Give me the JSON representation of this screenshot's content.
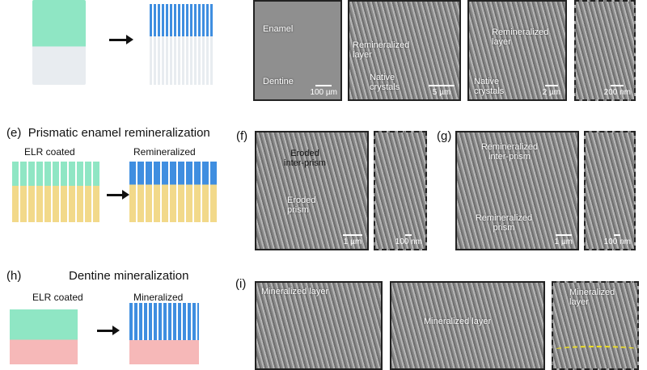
{
  "panel_d": {
    "enamel": "Enamel",
    "dentine": "Dentine",
    "scale1": "100 µm",
    "remin_layer_1": "Remineralized layer",
    "native_1": "Native crystals",
    "scale2": "5 µm",
    "remin_layer_2": "Remineralized layer",
    "native_2": "Native crystals",
    "scale3": "2 µm",
    "scale4": "200 nm"
  },
  "panel_e": {
    "label": "(e)",
    "title": "Prismatic enamel remineralization",
    "left": "ELR coated",
    "right": "Remineralized"
  },
  "panel_f": {
    "label": "(f)",
    "eroded_inter": "Eroded inter-prism",
    "eroded_prism": "Eroded prism",
    "scale1": "1 µm",
    "scale2": "100 nm"
  },
  "panel_g": {
    "label": "(g)",
    "remin_inter": "Remineralized inter-prism",
    "remin_prism": "Remineralized prism",
    "scale1": "1 µm",
    "scale2": "100 nm"
  },
  "panel_h": {
    "label": "(h)",
    "title": "Dentine mineralization",
    "left": "ELR coated",
    "right": "Mineralized"
  },
  "panel_i": {
    "label": "(i)",
    "layer1": "Mineralized layer",
    "layer2": "Mineralized layer",
    "layer3": "Mineralized layer"
  },
  "colors": {
    "green": "#7fe0b8",
    "blue": "#3f8ee0",
    "yellow": "#f2d98a",
    "pink": "#f6b8b8"
  }
}
